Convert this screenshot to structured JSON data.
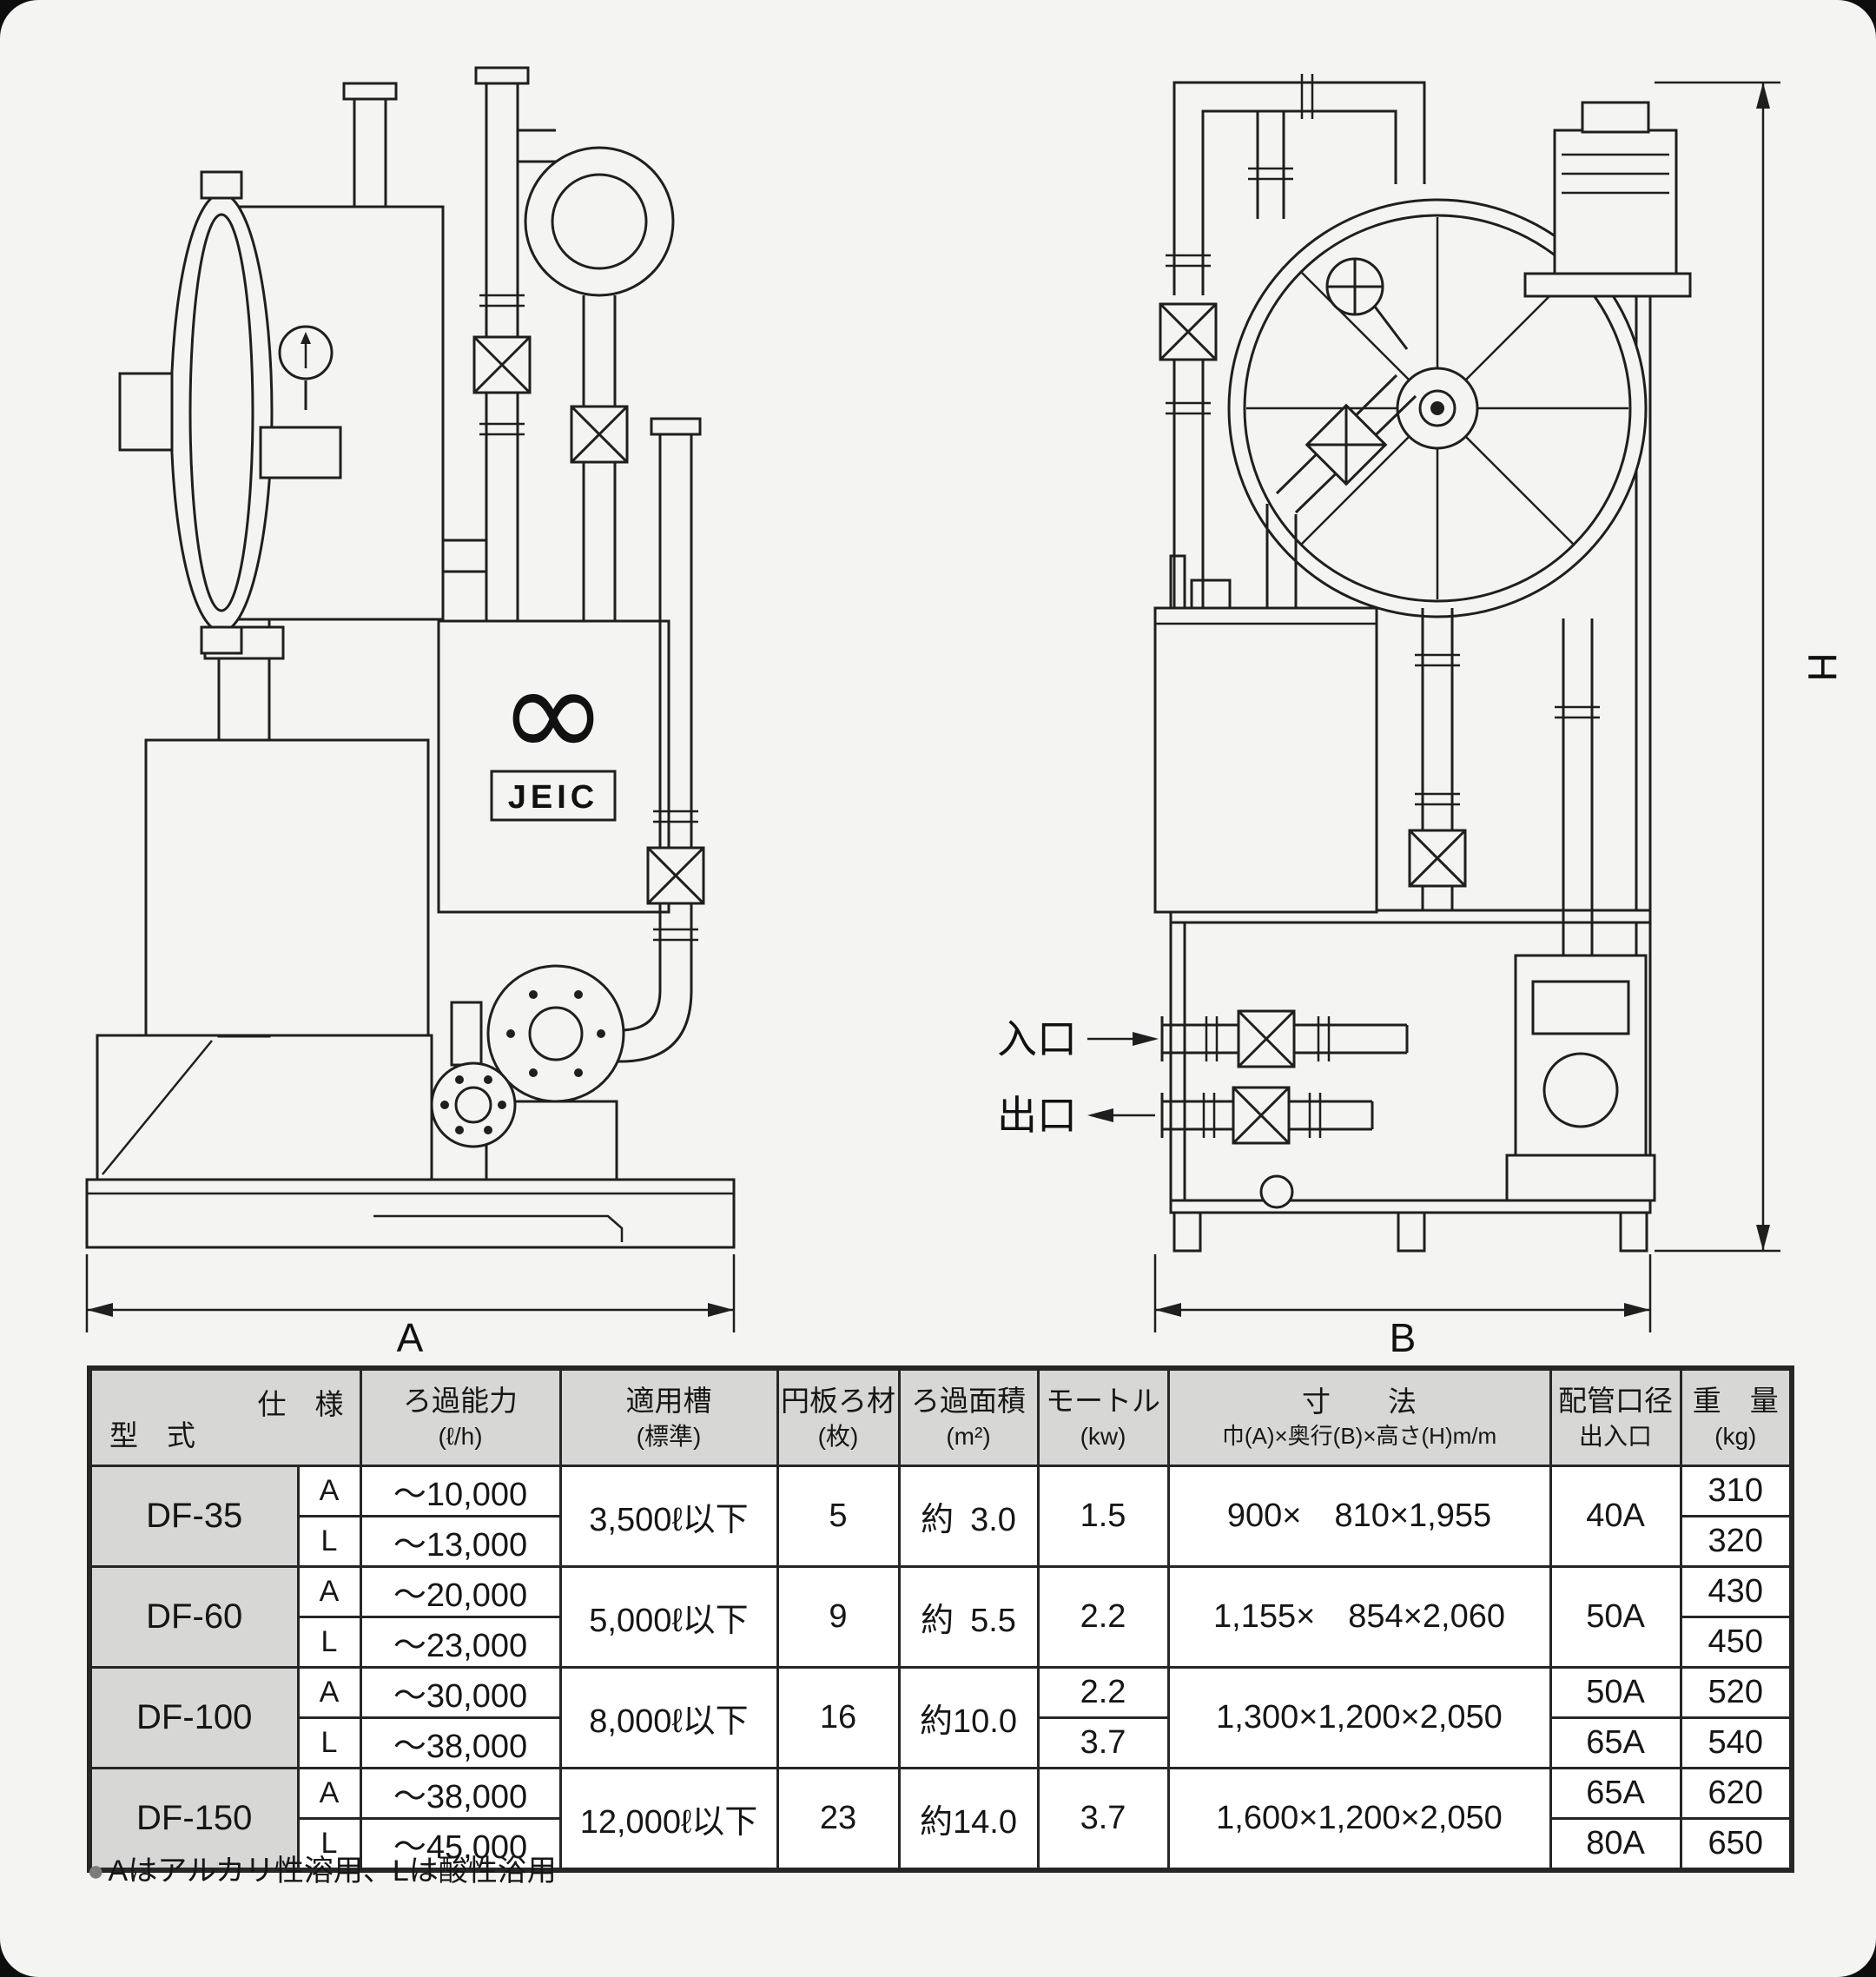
{
  "page": {
    "bg": "#f4f4f2",
    "line": "#1f1f1f",
    "header_gray": "#d7d7d5"
  },
  "drawing": {
    "labels": {
      "inlet": "入口",
      "outlet": "出口",
      "dim_a": "A",
      "dim_b": "B",
      "dim_h": "H"
    },
    "logo": {
      "infinity": "∞",
      "text": "JEIC"
    }
  },
  "table": {
    "header": {
      "corner_top": "仕　様",
      "corner_bottom": "型　式",
      "columns": [
        {
          "l1": "ろ過能力",
          "l2": "(ℓ/h)"
        },
        {
          "l1": "適用槽",
          "l2": "(標準)"
        },
        {
          "l1": "円板ろ材",
          "l2": "(枚)"
        },
        {
          "l1": "ろ過面積",
          "l2": "(m²)"
        },
        {
          "l1": "モートル",
          "l2": "(kw)"
        },
        {
          "l1": "寸　　法",
          "l2": "巾(A)×奥行(B)×高さ(H)m/m"
        },
        {
          "l1": "配管口径",
          "l2": "出入口"
        },
        {
          "l1": "重　量",
          "l2": "(kg)"
        }
      ]
    },
    "rows": [
      {
        "model": "DF-35",
        "types": [
          "A",
          "L"
        ],
        "capacity": [
          "～10,000",
          "～13,000"
        ],
        "tank": "3,500ℓ以下",
        "discs": "5",
        "area": "約 3.0",
        "motor": [
          "1.5"
        ],
        "dims": "900×  810×1,955",
        "pipe": [
          "40A"
        ],
        "weight": [
          "310",
          "320"
        ]
      },
      {
        "model": "DF-60",
        "types": [
          "A",
          "L"
        ],
        "capacity": [
          "～20,000",
          "～23,000"
        ],
        "tank": "5,000ℓ以下",
        "discs": "9",
        "area": "約 5.5",
        "motor": [
          "2.2"
        ],
        "dims": "1,155×  854×2,060",
        "pipe": [
          "50A"
        ],
        "weight": [
          "430",
          "450"
        ]
      },
      {
        "model": "DF-100",
        "types": [
          "A",
          "L"
        ],
        "capacity": [
          "～30,000",
          "～38,000"
        ],
        "tank": "8,000ℓ以下",
        "discs": "16",
        "area": "約10.0",
        "motor": [
          "2.2",
          "3.7"
        ],
        "dims": "1,300×1,200×2,050",
        "pipe": [
          "50A",
          "65A"
        ],
        "weight": [
          "520",
          "540"
        ]
      },
      {
        "model": "DF-150",
        "types": [
          "A",
          "L"
        ],
        "capacity": [
          "～38,000",
          "～45,000"
        ],
        "tank": "12,000ℓ以下",
        "discs": "23",
        "area": "約14.0",
        "motor": [
          "3.7"
        ],
        "dims": "1,600×1,200×2,050",
        "pipe": [
          "65A",
          "80A"
        ],
        "weight": [
          "620",
          "650"
        ]
      }
    ]
  },
  "footnote": {
    "bullet": "●",
    "text": "Aはアルカリ性溶用、Lは酸性浴用"
  }
}
